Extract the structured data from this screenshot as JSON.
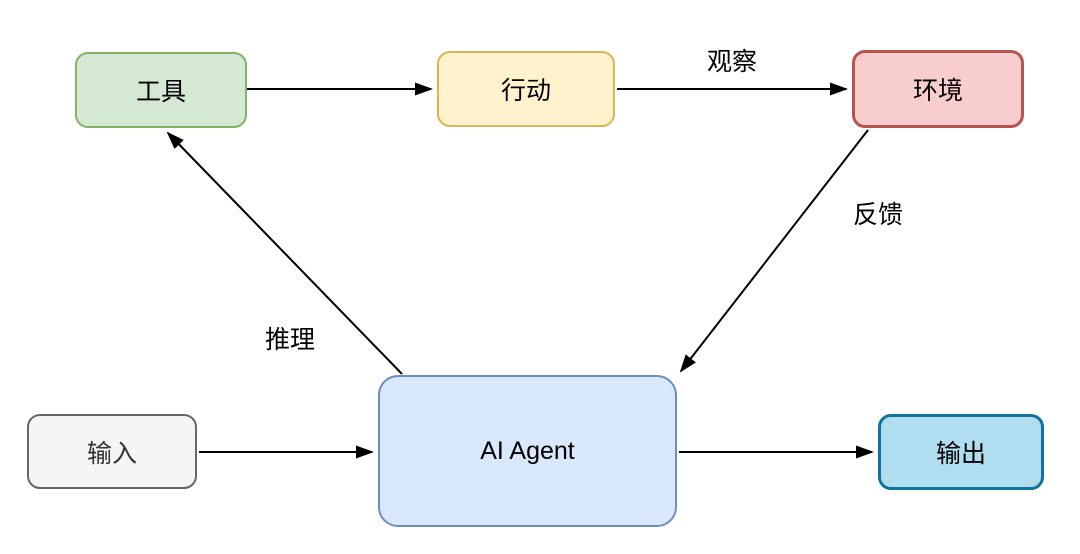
{
  "diagram": {
    "nodes": {
      "tools": {
        "label": "工具",
        "fill": "#d5e8d4",
        "stroke": "#82b366"
      },
      "action": {
        "label": "行动",
        "fill": "#fff2cc",
        "stroke": "#d6b656"
      },
      "environment": {
        "label": "环境",
        "fill": "#f8cecc",
        "stroke": "#b85450"
      },
      "input": {
        "label": "输入",
        "fill": "#f5f5f5",
        "stroke": "#666666"
      },
      "agent": {
        "label": "AI Agent",
        "fill": "#dae8fc",
        "stroke": "#6c8ebf"
      },
      "output": {
        "label": "输出",
        "fill": "#b1ddf0",
        "stroke": "#10739e"
      }
    },
    "edges": [
      {
        "from": "tools",
        "to": "action",
        "label": ""
      },
      {
        "from": "action",
        "to": "environment",
        "label": "观察"
      },
      {
        "from": "environment",
        "to": "agent",
        "label": "反馈"
      },
      {
        "from": "agent",
        "to": "tools",
        "label": "推理"
      },
      {
        "from": "input",
        "to": "agent",
        "label": ""
      },
      {
        "from": "agent",
        "to": "output",
        "label": ""
      }
    ],
    "arrow_color": "#000000",
    "background": "#ffffff"
  }
}
